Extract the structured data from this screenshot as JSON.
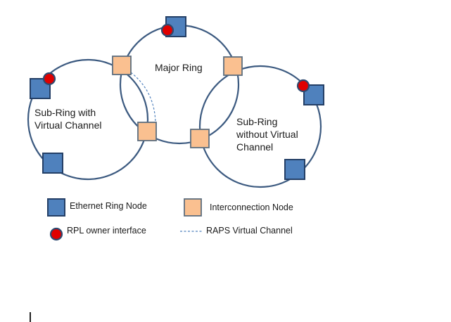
{
  "rings": {
    "major": "Major Ring",
    "sub_with_line1": "Sub-Ring with",
    "sub_with_line2": "Virtual Channel",
    "sub_without_line1": "Sub-Ring",
    "sub_without_line2": "without  Virtual",
    "sub_without_line3": "Channel"
  },
  "legend": {
    "ethernet_ring_node": "Ethernet  Ring Node",
    "interconnection_node": "Interconnection Node",
    "rpl_owner_interface": "RPL owner interface",
    "raps_virtual_channel": "RAPS Virtual Channel"
  },
  "colors": {
    "ethernet_node": "#4f81bd",
    "interconnection_node": "#fac090",
    "rpl_owner": "#e00000",
    "ring_line": "#3c5a80"
  }
}
